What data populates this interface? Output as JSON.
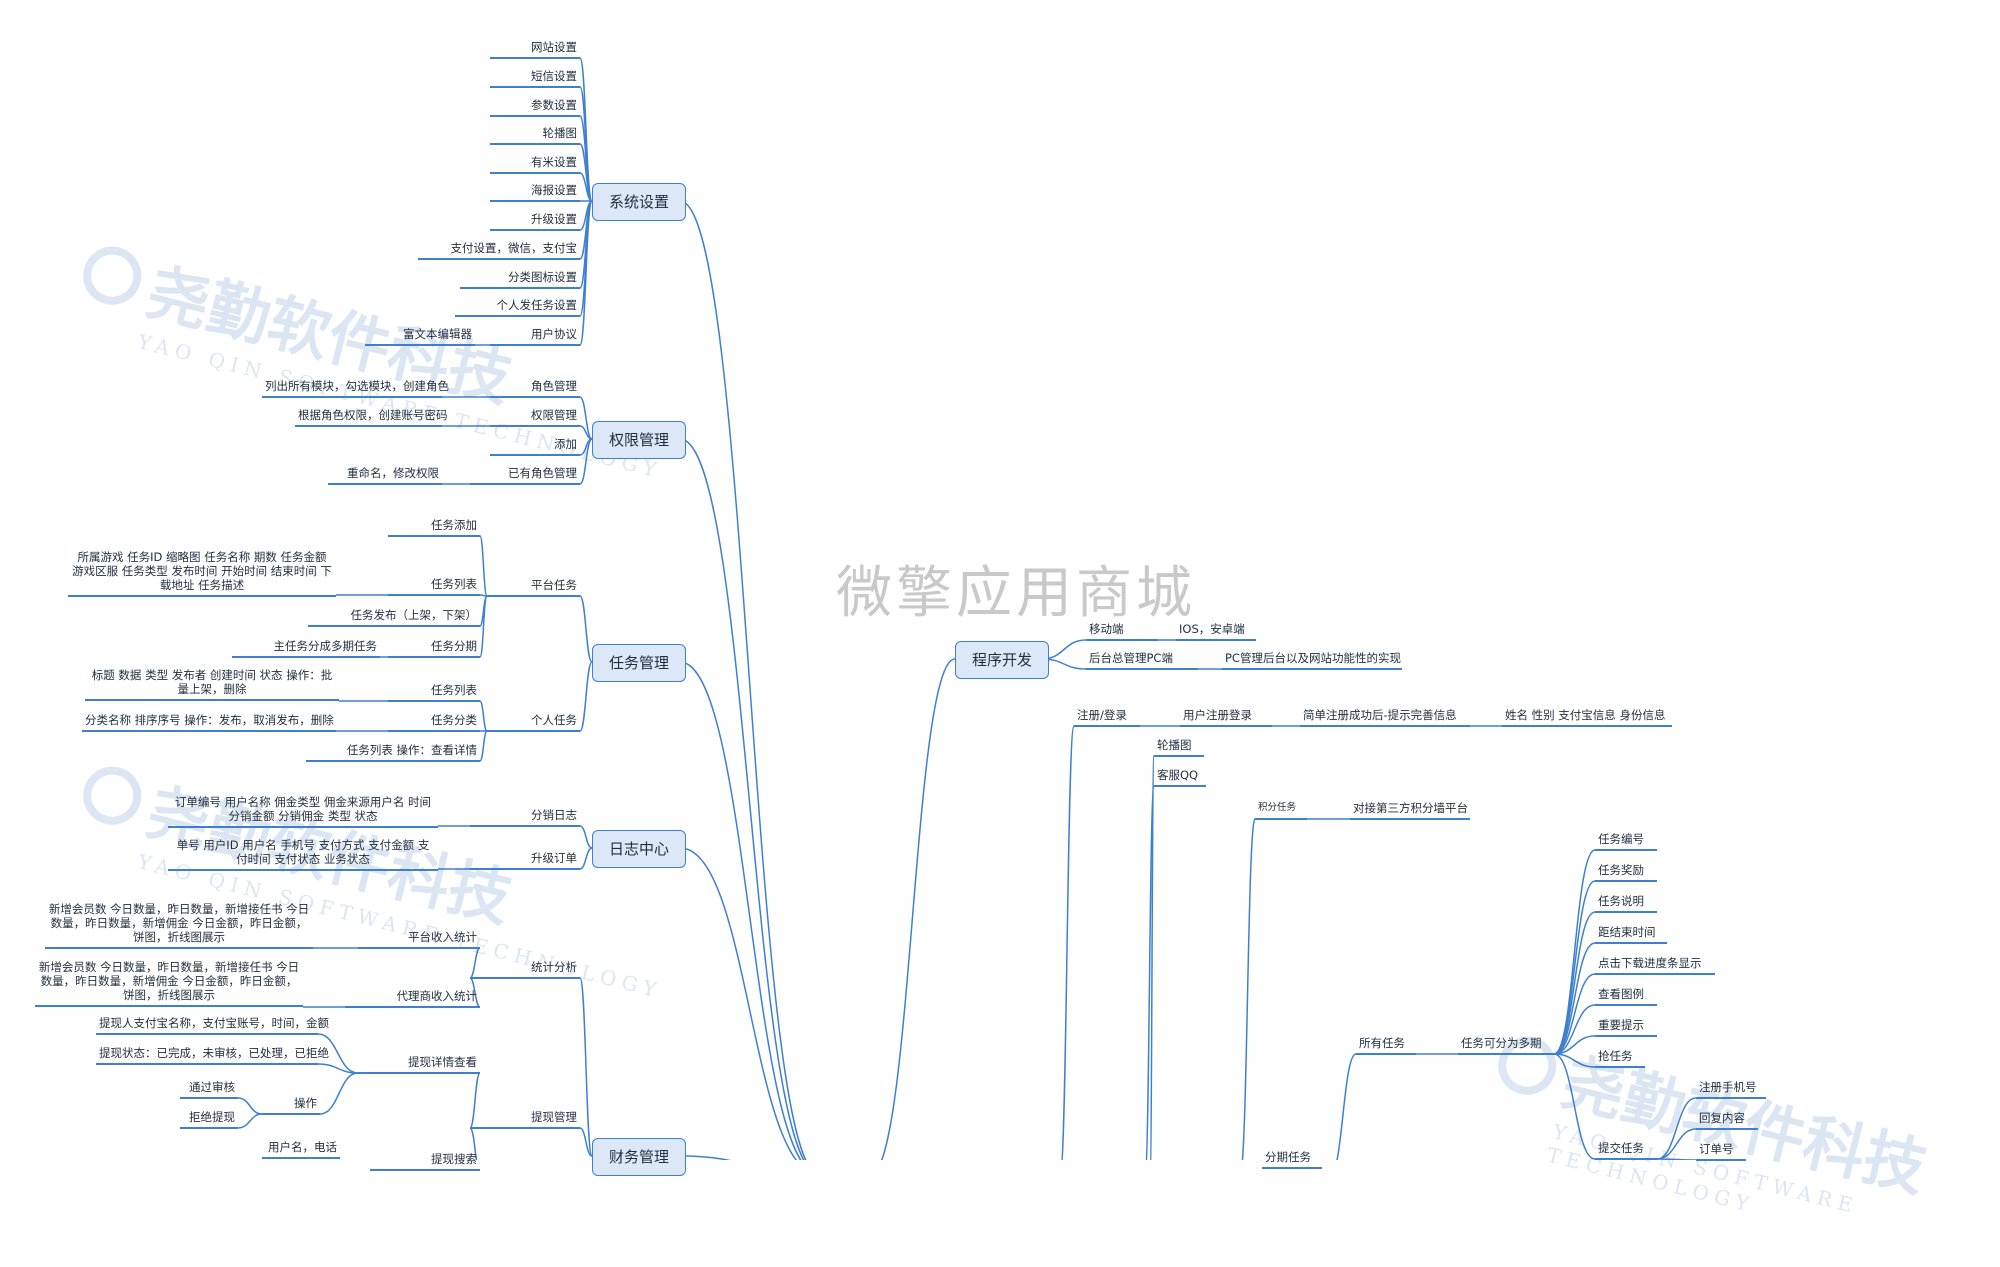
{
  "watermark_text": "微擎应用商城",
  "logo_watermark": {
    "cn": "尧勤软件科技",
    "en": "YAO QIN SOFTWARE TECHNOLOGY"
  },
  "colors": {
    "line": "#3f7fd0",
    "node_fill": "#dce8f7",
    "text": "#1f2d3d"
  },
  "branches": {
    "system": "系统设置",
    "permission": "权限管理",
    "task": "任务管理",
    "log": "日志中心",
    "finance": "财务管理",
    "dev": "程序开发"
  },
  "system_items": [
    "网站设置",
    "短信设置",
    "参数设置",
    "轮播图",
    "有米设置",
    "海报设置",
    "升级设置",
    "支付设置，微信，支付宝",
    "分类图标设置",
    "个人发任务设置",
    "用户协议"
  ],
  "system_extra": "富文本编辑器",
  "perm_items": [
    "角色管理",
    "权限管理",
    "添加",
    "已有角色管理"
  ],
  "perm_details": [
    "列出所有模块，勾选模块，创建角色",
    "根据角色权限，创建账号密码",
    "重命名，修改权限"
  ],
  "task_groups": [
    "平台任务",
    "个人任务"
  ],
  "task_items": [
    "任务添加",
    "任务列表",
    "任务发布（上架，下架）",
    "任务分期",
    "任务列表",
    "任务分类",
    "任务列表 操作：查看详情"
  ],
  "task_details": [
    "所属游戏  任务ID  缩略图  任务名称  期数  任务金额  游戏区服  任务类型  发布时间  开始时间  结束时间  下载地址  任务描述",
    "主任务分成多期任务",
    "标题  数据  类型  发布者  创建时间  状态  操作：批量上架，删除",
    "分类名称  排序序号  操作：发布，取消发布，删除"
  ],
  "log_items": [
    "分销日志",
    "升级订单"
  ],
  "log_details": [
    "订单编号  用户名称  佣金类型  佣金来源用户名  时间  分销金额  分销佣金  类型  状态",
    "单号  用户ID  用户名  手机号  支付方式  支付金额  支付时间  支付状态  业务状态"
  ],
  "finance_groups": [
    "统计分析",
    "提现管理"
  ],
  "finance_items": [
    "平台收入统计",
    "代理商收入统计",
    "提现详情查看",
    "操作"
  ],
  "finance_details": [
    "新增会员数  今日数量，昨日数量，新增接任书  今日数量，昨日数量，新增佣金  今日金额，昨日金额，饼图，折线图展示",
    "新增会员数  今日数量，昨日数量，新增接任书  今日数量，昨日数量，新增佣金  今日金额，昨日金额，饼图，折线图展示",
    "提现人支付宝名称，支付宝账号，时间，金额",
    "提现状态：已完成，未审核，已处理，已拒绝",
    "通过审核",
    "拒绝提现",
    "用户名，电话",
    "提现搜索"
  ],
  "dev_items": [
    "移动端",
    "后台总管理PC端"
  ],
  "dev_details": [
    "IOS，安卓端",
    "PC管理后台以及网站功能性的实现"
  ],
  "right_tree": {
    "register": "注册/登录",
    "user_register": "用户注册登录",
    "register_tip": "简单注册成功后-提示完善信息",
    "register_fields": "姓名  性别  支付宝信息  身份信息",
    "banner": "轮播图",
    "qq": "客服QQ",
    "points_task": "积分任务",
    "points_platform": "对接第三方积分墙平台",
    "all_tasks": "所有任务",
    "multi_period": "任务可分为多期",
    "stage_task": "分期任务",
    "task_fields": [
      "任务编号",
      "任务奖励",
      "任务说明",
      "距结束时间",
      "点击下载进度条显示",
      "查看图例",
      "重要提示",
      "抢任务",
      "提交任务"
    ],
    "submit_fields": [
      "注册手机号",
      "回复内容",
      "订单号"
    ]
  }
}
